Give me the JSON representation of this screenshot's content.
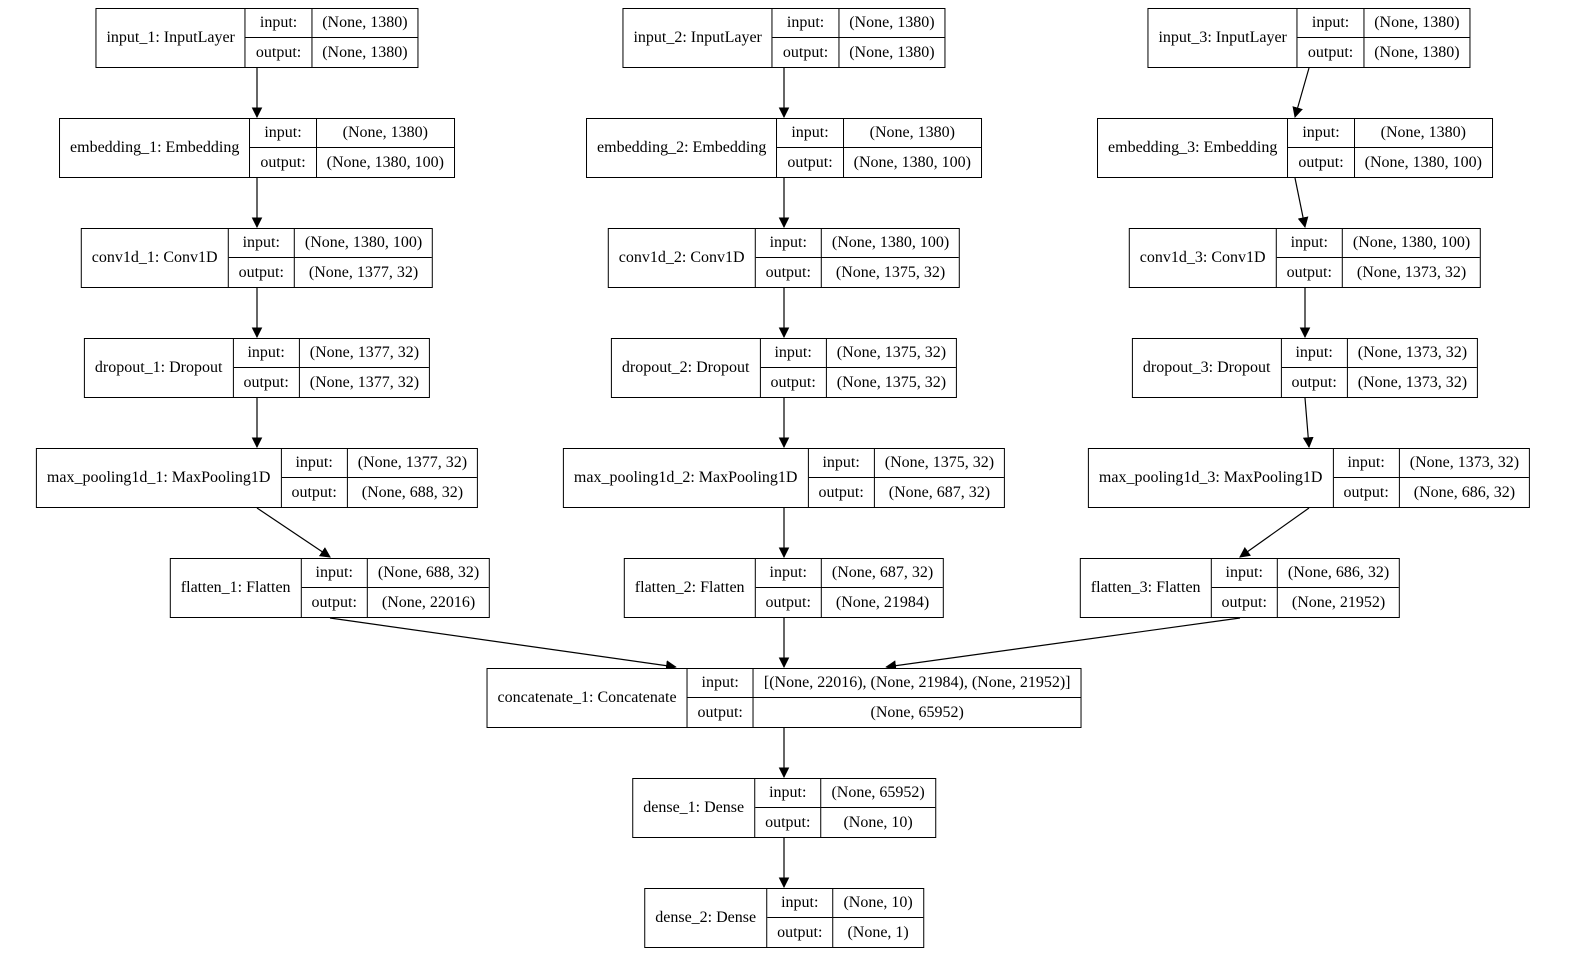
{
  "diagram": {
    "title": "Keras multi-channel CNN model graph",
    "background_color": "#ffffff",
    "line_color": "#000000"
  },
  "labels": {
    "input": "input:",
    "output": "output:"
  },
  "nodes": [
    {
      "id": "input_1",
      "label": "input_1: InputLayer",
      "input": "(None, 1380)",
      "output": "(None, 1380)"
    },
    {
      "id": "embedding_1",
      "label": "embedding_1: Embedding",
      "input": "(None, 1380)",
      "output": "(None, 1380, 100)"
    },
    {
      "id": "conv1d_1",
      "label": "conv1d_1: Conv1D",
      "input": "(None, 1380, 100)",
      "output": "(None, 1377, 32)"
    },
    {
      "id": "dropout_1",
      "label": "dropout_1: Dropout",
      "input": "(None, 1377, 32)",
      "output": "(None, 1377, 32)"
    },
    {
      "id": "max_pooling1d_1",
      "label": "max_pooling1d_1: MaxPooling1D",
      "input": "(None, 1377, 32)",
      "output": "(None, 688, 32)"
    },
    {
      "id": "flatten_1",
      "label": "flatten_1: Flatten",
      "input": "(None, 688, 32)",
      "output": "(None, 22016)"
    },
    {
      "id": "input_2",
      "label": "input_2: InputLayer",
      "input": "(None, 1380)",
      "output": "(None, 1380)"
    },
    {
      "id": "embedding_2",
      "label": "embedding_2: Embedding",
      "input": "(None, 1380)",
      "output": "(None, 1380, 100)"
    },
    {
      "id": "conv1d_2",
      "label": "conv1d_2: Conv1D",
      "input": "(None, 1380, 100)",
      "output": "(None, 1375, 32)"
    },
    {
      "id": "dropout_2",
      "label": "dropout_2: Dropout",
      "input": "(None, 1375, 32)",
      "output": "(None, 1375, 32)"
    },
    {
      "id": "max_pooling1d_2",
      "label": "max_pooling1d_2: MaxPooling1D",
      "input": "(None, 1375, 32)",
      "output": "(None, 687, 32)"
    },
    {
      "id": "flatten_2",
      "label": "flatten_2: Flatten",
      "input": "(None, 687, 32)",
      "output": "(None, 21984)"
    },
    {
      "id": "input_3",
      "label": "input_3: InputLayer",
      "input": "(None, 1380)",
      "output": "(None, 1380)"
    },
    {
      "id": "embedding_3",
      "label": "embedding_3: Embedding",
      "input": "(None, 1380)",
      "output": "(None, 1380, 100)"
    },
    {
      "id": "conv1d_3",
      "label": "conv1d_3: Conv1D",
      "input": "(None, 1380, 100)",
      "output": "(None, 1373, 32)"
    },
    {
      "id": "dropout_3",
      "label": "dropout_3: Dropout",
      "input": "(None, 1373, 32)",
      "output": "(None, 1373, 32)"
    },
    {
      "id": "max_pooling1d_3",
      "label": "max_pooling1d_3: MaxPooling1D",
      "input": "(None, 1373, 32)",
      "output": "(None, 686, 32)"
    },
    {
      "id": "flatten_3",
      "label": "flatten_3: Flatten",
      "input": "(None, 686, 32)",
      "output": "(None, 21952)"
    },
    {
      "id": "concatenate_1",
      "label": "concatenate_1: Concatenate",
      "input": "[(None, 22016), (None, 21984), (None, 21952)]",
      "output": "(None, 65952)"
    },
    {
      "id": "dense_1",
      "label": "dense_1: Dense",
      "input": "(None, 65952)",
      "output": "(None, 10)"
    },
    {
      "id": "dense_2",
      "label": "dense_2: Dense",
      "input": "(None, 10)",
      "output": "(None, 1)"
    }
  ],
  "edges": [
    {
      "from": "input_1",
      "to": "embedding_1"
    },
    {
      "from": "embedding_1",
      "to": "conv1d_1"
    },
    {
      "from": "conv1d_1",
      "to": "dropout_1"
    },
    {
      "from": "dropout_1",
      "to": "max_pooling1d_1"
    },
    {
      "from": "max_pooling1d_1",
      "to": "flatten_1"
    },
    {
      "from": "flatten_1",
      "to": "concatenate_1"
    },
    {
      "from": "input_2",
      "to": "embedding_2"
    },
    {
      "from": "embedding_2",
      "to": "conv1d_2"
    },
    {
      "from": "conv1d_2",
      "to": "dropout_2"
    },
    {
      "from": "dropout_2",
      "to": "max_pooling1d_2"
    },
    {
      "from": "max_pooling1d_2",
      "to": "flatten_2"
    },
    {
      "from": "flatten_2",
      "to": "concatenate_1"
    },
    {
      "from": "input_3",
      "to": "embedding_3"
    },
    {
      "from": "embedding_3",
      "to": "conv1d_3"
    },
    {
      "from": "conv1d_3",
      "to": "dropout_3"
    },
    {
      "from": "dropout_3",
      "to": "max_pooling1d_3"
    },
    {
      "from": "max_pooling1d_3",
      "to": "flatten_3"
    },
    {
      "from": "flatten_3",
      "to": "concatenate_1"
    },
    {
      "from": "concatenate_1",
      "to": "dense_1"
    },
    {
      "from": "dense_1",
      "to": "dense_2"
    }
  ]
}
